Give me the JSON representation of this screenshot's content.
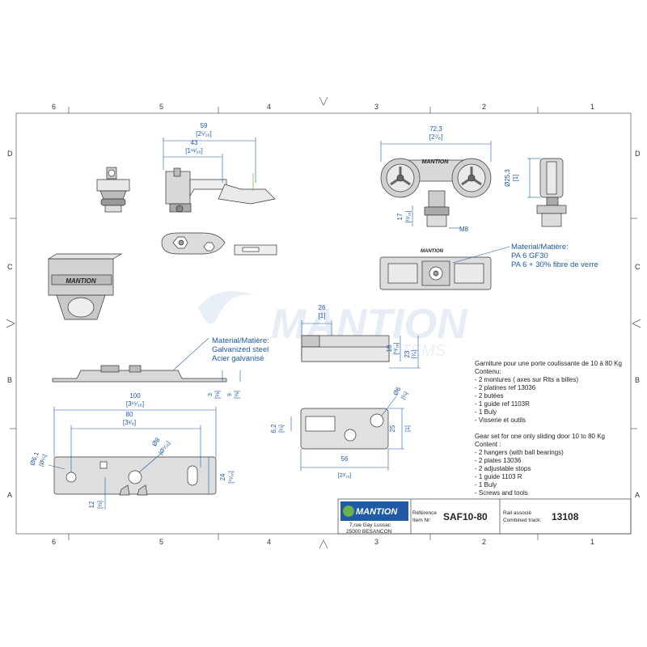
{
  "border": {
    "cols_top": [
      "6",
      "5",
      "4",
      "3",
      "2",
      "1"
    ],
    "cols_bottom": [
      "6",
      "5",
      "4",
      "3",
      "2",
      "1"
    ],
    "rows_left": [
      "D",
      "C",
      "B",
      "A"
    ],
    "rows_right": [
      "D",
      "C",
      "B",
      "A"
    ]
  },
  "dims": {
    "d59": "59",
    "d59_in": "[2⁵⁄₁₆]",
    "d43": "43",
    "d43_in": "[1¹¹⁄₁₆]",
    "d72": "72,3",
    "d72_in": "[2⁷⁄₈]",
    "d25_3": "Ø25,3",
    "d25_3_in": "[1]",
    "d17": "17",
    "d17_in": "[¹¹⁄₁₆]",
    "m8": "M8",
    "d26": "26",
    "d26_in": "[1]",
    "d18": "18",
    "d18_in": "[¹¹⁄₁₆]",
    "d23": "23",
    "d23_in": "[⁷⁄₈]",
    "d100": "100",
    "d100_in": "[3¹⁵⁄₁₆]",
    "d80": "80",
    "d80_in": "[3¹⁄₈]",
    "d3": "3",
    "d3_in": "[⅛]",
    "d9": "9",
    "d9_in": "[⅜]",
    "d6_1": "Ø6,1",
    "d6_1_in": "[Ø¼]",
    "d8": "Ø8",
    "d8_in": "[Ø⁵⁄₁₆]",
    "d24": "24",
    "d24_in": "[¹⁵⁄₁₆]",
    "d12": "12",
    "d12_in": "[½]",
    "d6": "Ø6",
    "d6_in": "[¼]",
    "d6_2": "6,2",
    "d6_2_in": "[¼]",
    "d25": "25",
    "d25_in": "[1]",
    "d56": "56",
    "d56_in": "[2³⁄₁₆]"
  },
  "material_top": [
    "Material/Matière:",
    "PA 6 GF30",
    "PA 6 + 30% fibre de verre"
  ],
  "material_steel": [
    "Material/Matière:",
    "Galvanized steel",
    "Acier galvanisé"
  ],
  "notes_fr": [
    "Garniture pour une porte coulissante de 10 à 80 Kg",
    "Contenu:",
    "- 2 montures ( axes sur Rlts a billes)",
    "- 2 platines ref 13036",
    "- 2 butées",
    "- 1 guide ref 1103R",
    "- 1 Buly",
    "- Visserie et outils"
  ],
  "notes_en": [
    "Gear set for one only sliding door 10 to 80 Kg",
    "Content :",
    "- 2 hangers (with ball bearings)",
    "- 2 plates 13036",
    "- 2 adjustable stops",
    "- 1 guide 1103 R",
    "- 1 Buly",
    "- Screws and tools"
  ],
  "part_labels": {
    "engraving_1": "MANTION",
    "engraving_2": "MANTION",
    "engraving_3": "MANTION"
  },
  "watermark": {
    "brand": "MANTION",
    "tagline": "SLIDING SYSTEMS"
  },
  "title_block": {
    "logo_word": "MANTION",
    "address_1": "7,rue Gay Lussac",
    "address_2": "25000 BESANCON",
    "ref_label_1": "Référence",
    "ref_label_2": "Item Nr:",
    "ref_value": "SAF10-80",
    "rail_label_1": "Rail associé",
    "rail_label_2": "Combined track:",
    "rail_value": "13108"
  },
  "colors": {
    "dimension_blue": "#1f5aa6",
    "line_dark": "#222222",
    "part_grey": "#9a9a9a",
    "watermark": "#cfdcec",
    "logo_green": "#6ab04c"
  }
}
